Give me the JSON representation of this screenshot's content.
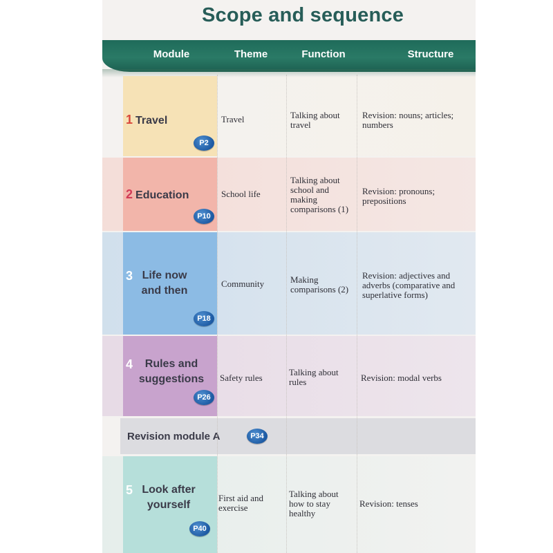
{
  "title": "Scope and sequence",
  "headers": {
    "module": "Module",
    "theme": "Theme",
    "function": "Function",
    "structure": "Structure"
  },
  "modules": [
    {
      "num": "1",
      "name": "Travel",
      "page": "P2",
      "theme": "Travel",
      "function": "Talking about travel",
      "structure": "Revision: nouns; articles; numbers",
      "color": "#f7e3b4",
      "num_color": "#d9463a"
    },
    {
      "num": "2",
      "name": "Education",
      "page": "P10",
      "theme": "School life",
      "function": "Talking about school and making comparisons (1)",
      "structure": "Revision: pronouns; prepositions",
      "color": "#f4b7ad",
      "num_color": "#d23b57"
    },
    {
      "num": "3",
      "name": "Life now and then",
      "page": "P18",
      "theme": "Community",
      "function": "Making comparisons (2)",
      "structure": "Revision: adjectives and adverbs (comparative and superlative forms)",
      "color": "#8fbde6",
      "num_color": "#ffffff"
    },
    {
      "num": "4",
      "name": "Rules and suggestions",
      "page": "P26",
      "theme": "Safety rules",
      "function": "Talking about rules",
      "structure": "Revision: modal verbs",
      "color": "#c9a5cf",
      "num_color": "#ffffff"
    },
    {
      "num": "5",
      "name": "Look after yourself",
      "page": "P40",
      "theme": "First aid and exercise",
      "function": "Talking about how to stay healthy",
      "structure": "Revision: tenses",
      "color": "#b9e0dc",
      "num_color": "#ffffff"
    }
  ],
  "revision": {
    "label": "Revision module A",
    "page": "P34"
  },
  "colors": {
    "title": "#275d58",
    "header": "#1f6b5a",
    "badge": "#1d5aa3"
  }
}
